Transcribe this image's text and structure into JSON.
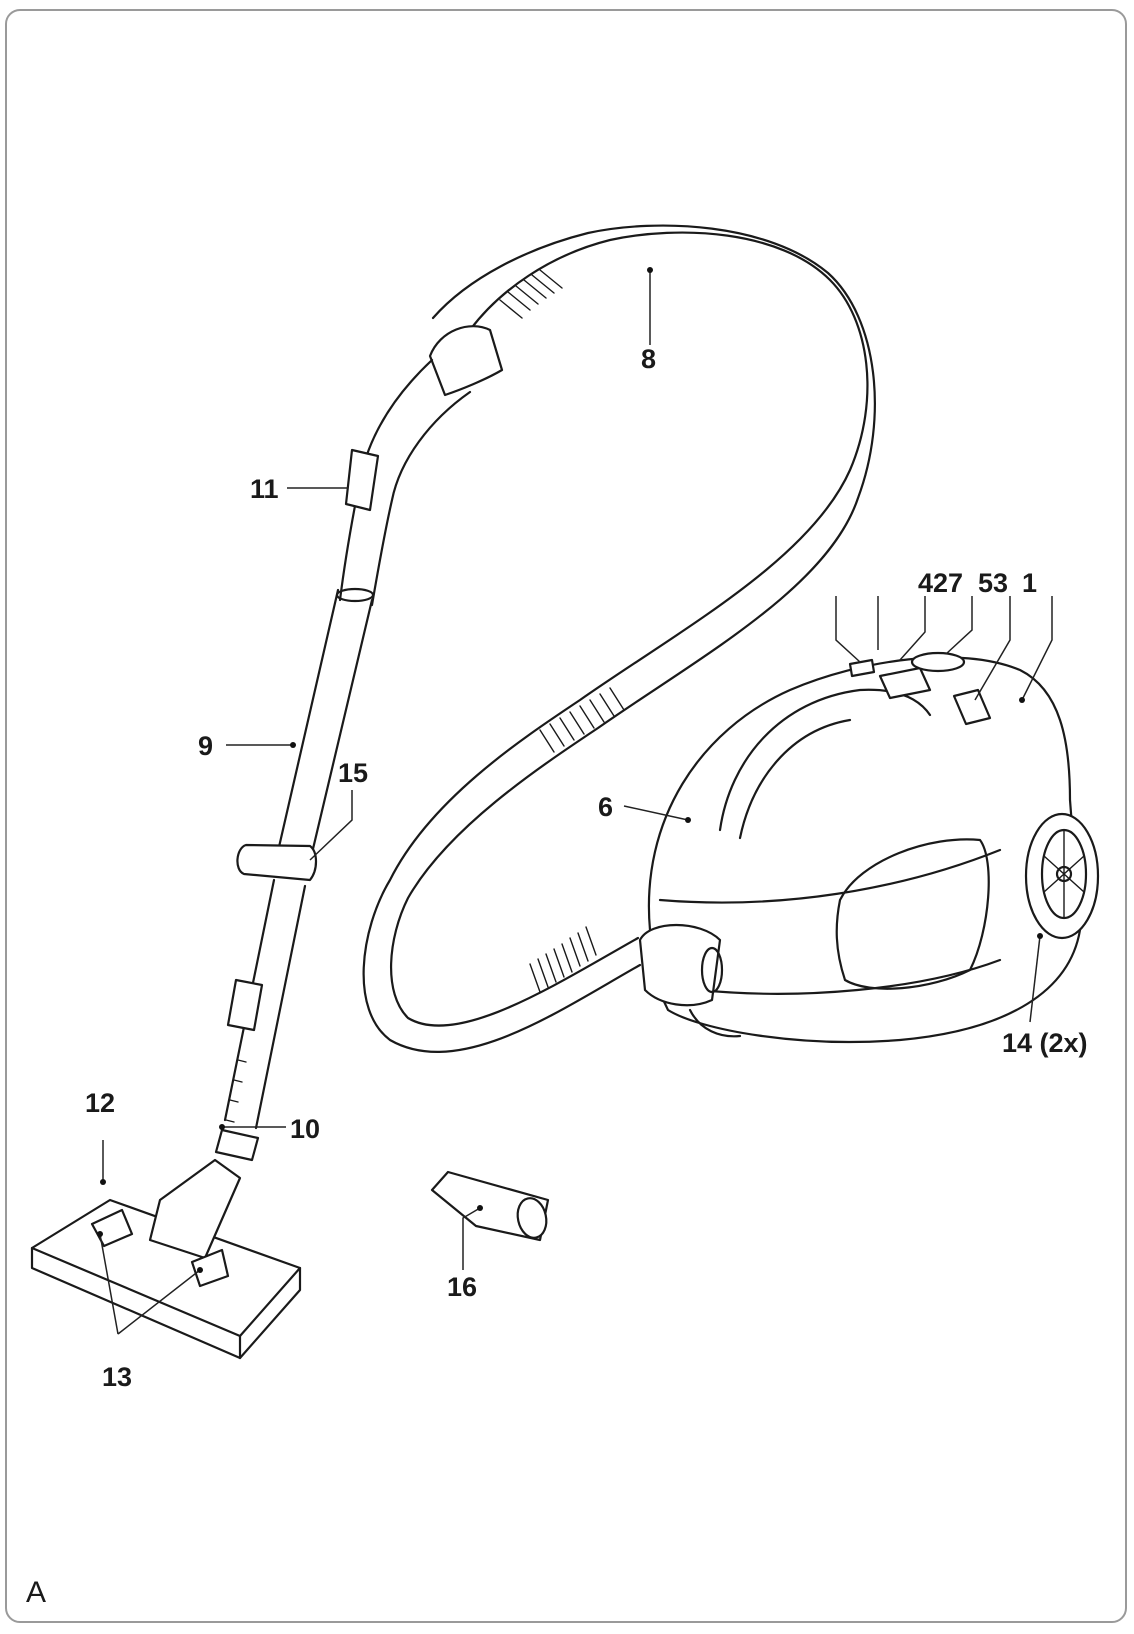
{
  "figure": {
    "panel_letter": "A",
    "callouts": {
      "c1": "1",
      "c427": "427",
      "c53": "53",
      "c6": "6",
      "c8": "8",
      "c9": "9",
      "c10": "10",
      "c11": "11",
      "c12": "12",
      "c13": "13",
      "c14": "14 (2x)",
      "c15": "15",
      "c16": "16"
    }
  }
}
